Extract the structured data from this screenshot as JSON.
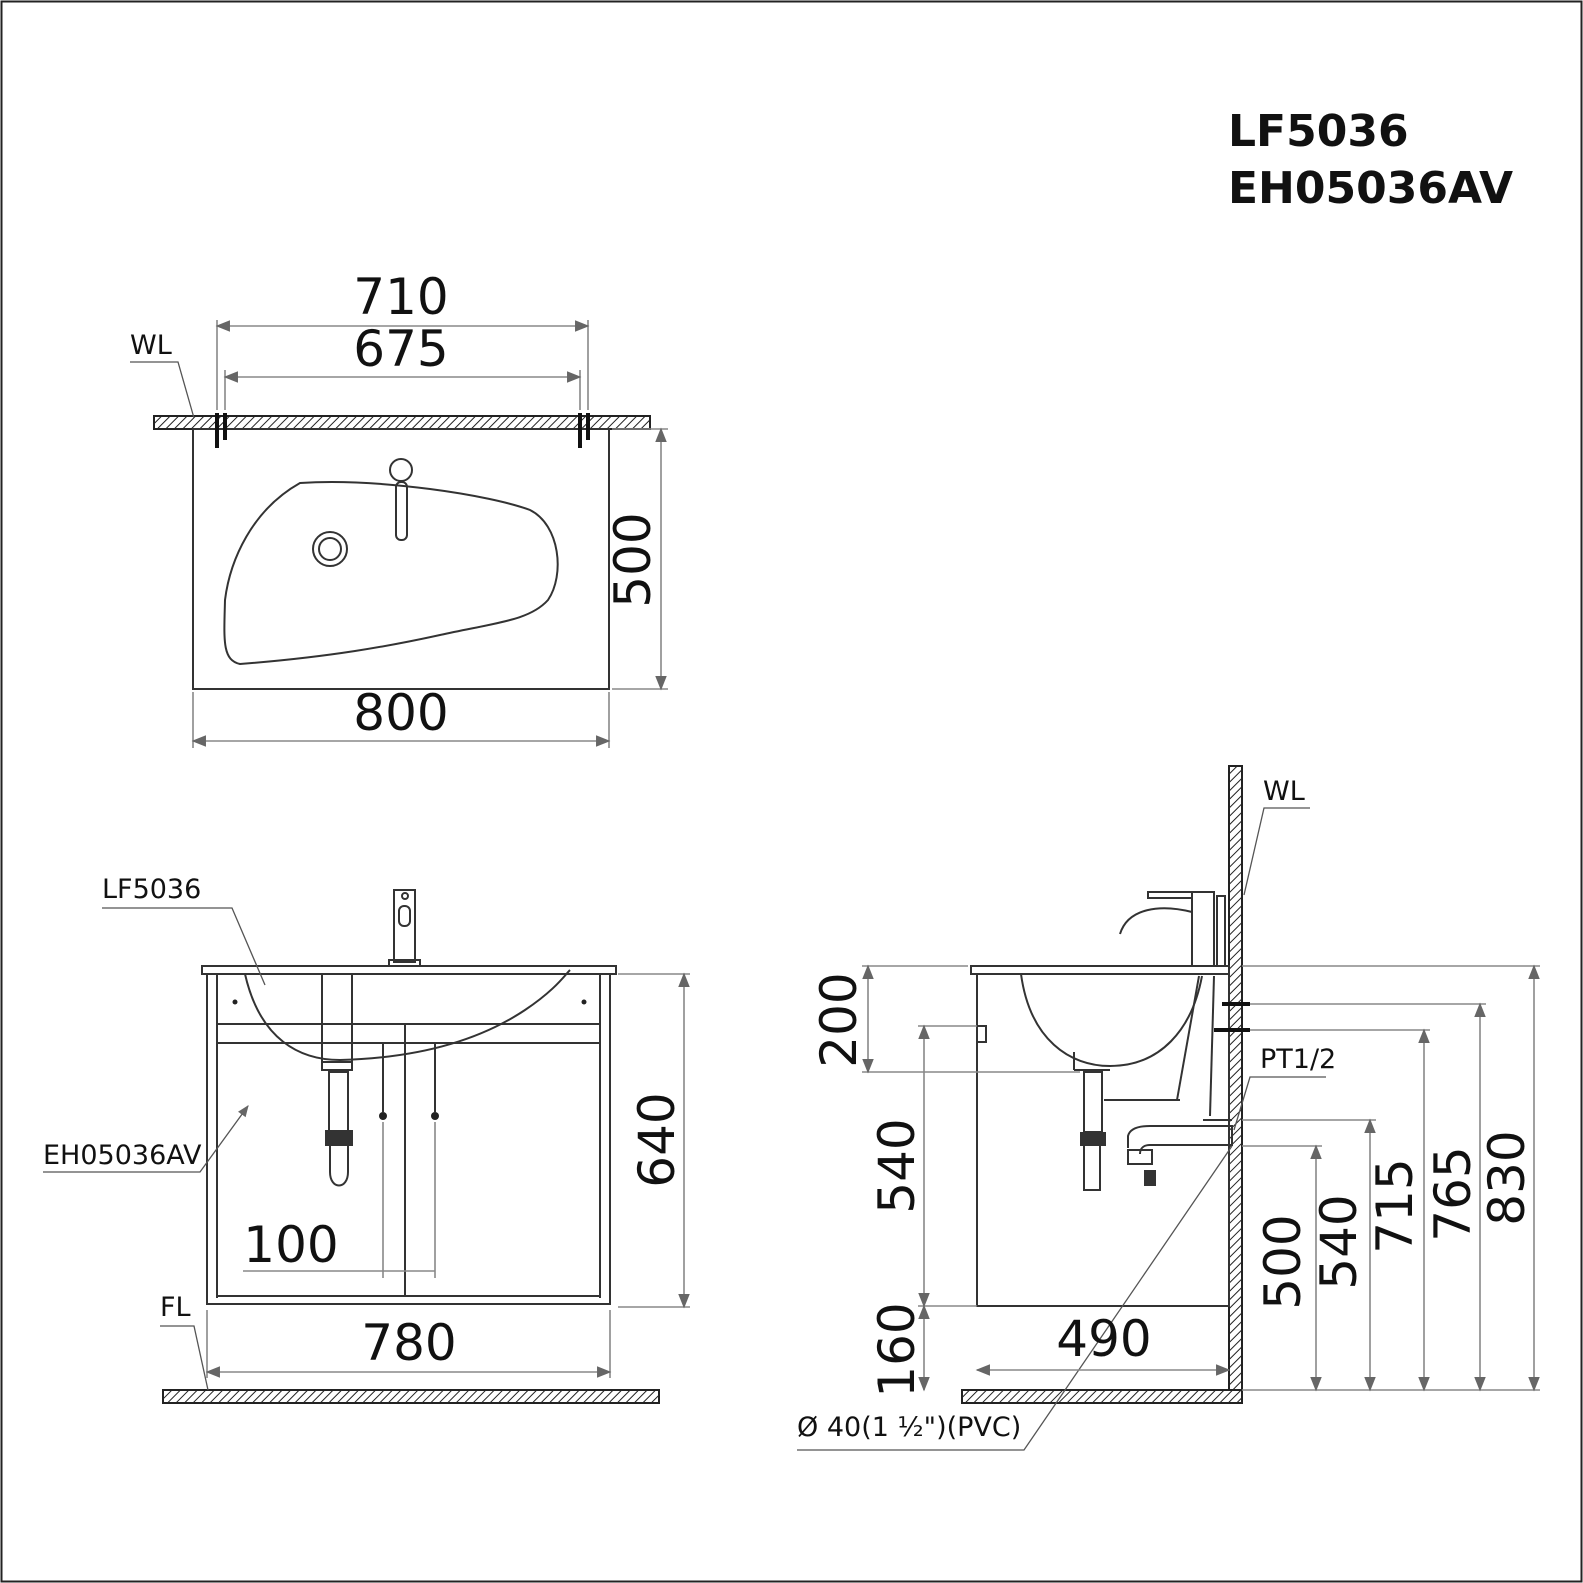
{
  "title": {
    "model_basin": "LF5036",
    "model_cabinet": "EH05036AV"
  },
  "labels": {
    "wl_top": "WL",
    "wl_side": "WL",
    "fl": "FL",
    "basin_callout": "LF5036",
    "cabinet_callout": "EH05036AV",
    "pt_callout": "PT1/2",
    "drain_callout": "Ø  40(1 ½\")(PVC)"
  },
  "top_view": {
    "d_710": "710",
    "d_675": "675",
    "d_500": "500",
    "d_800": "800"
  },
  "front_view": {
    "d_640": "640",
    "d_100": "100",
    "d_780": "780"
  },
  "side_view": {
    "d_200": "200",
    "d_540_left": "540",
    "d_160": "160",
    "d_490": "490",
    "d_500": "500",
    "d_540": "540",
    "d_715": "715",
    "d_765": "765",
    "d_830": "830"
  }
}
